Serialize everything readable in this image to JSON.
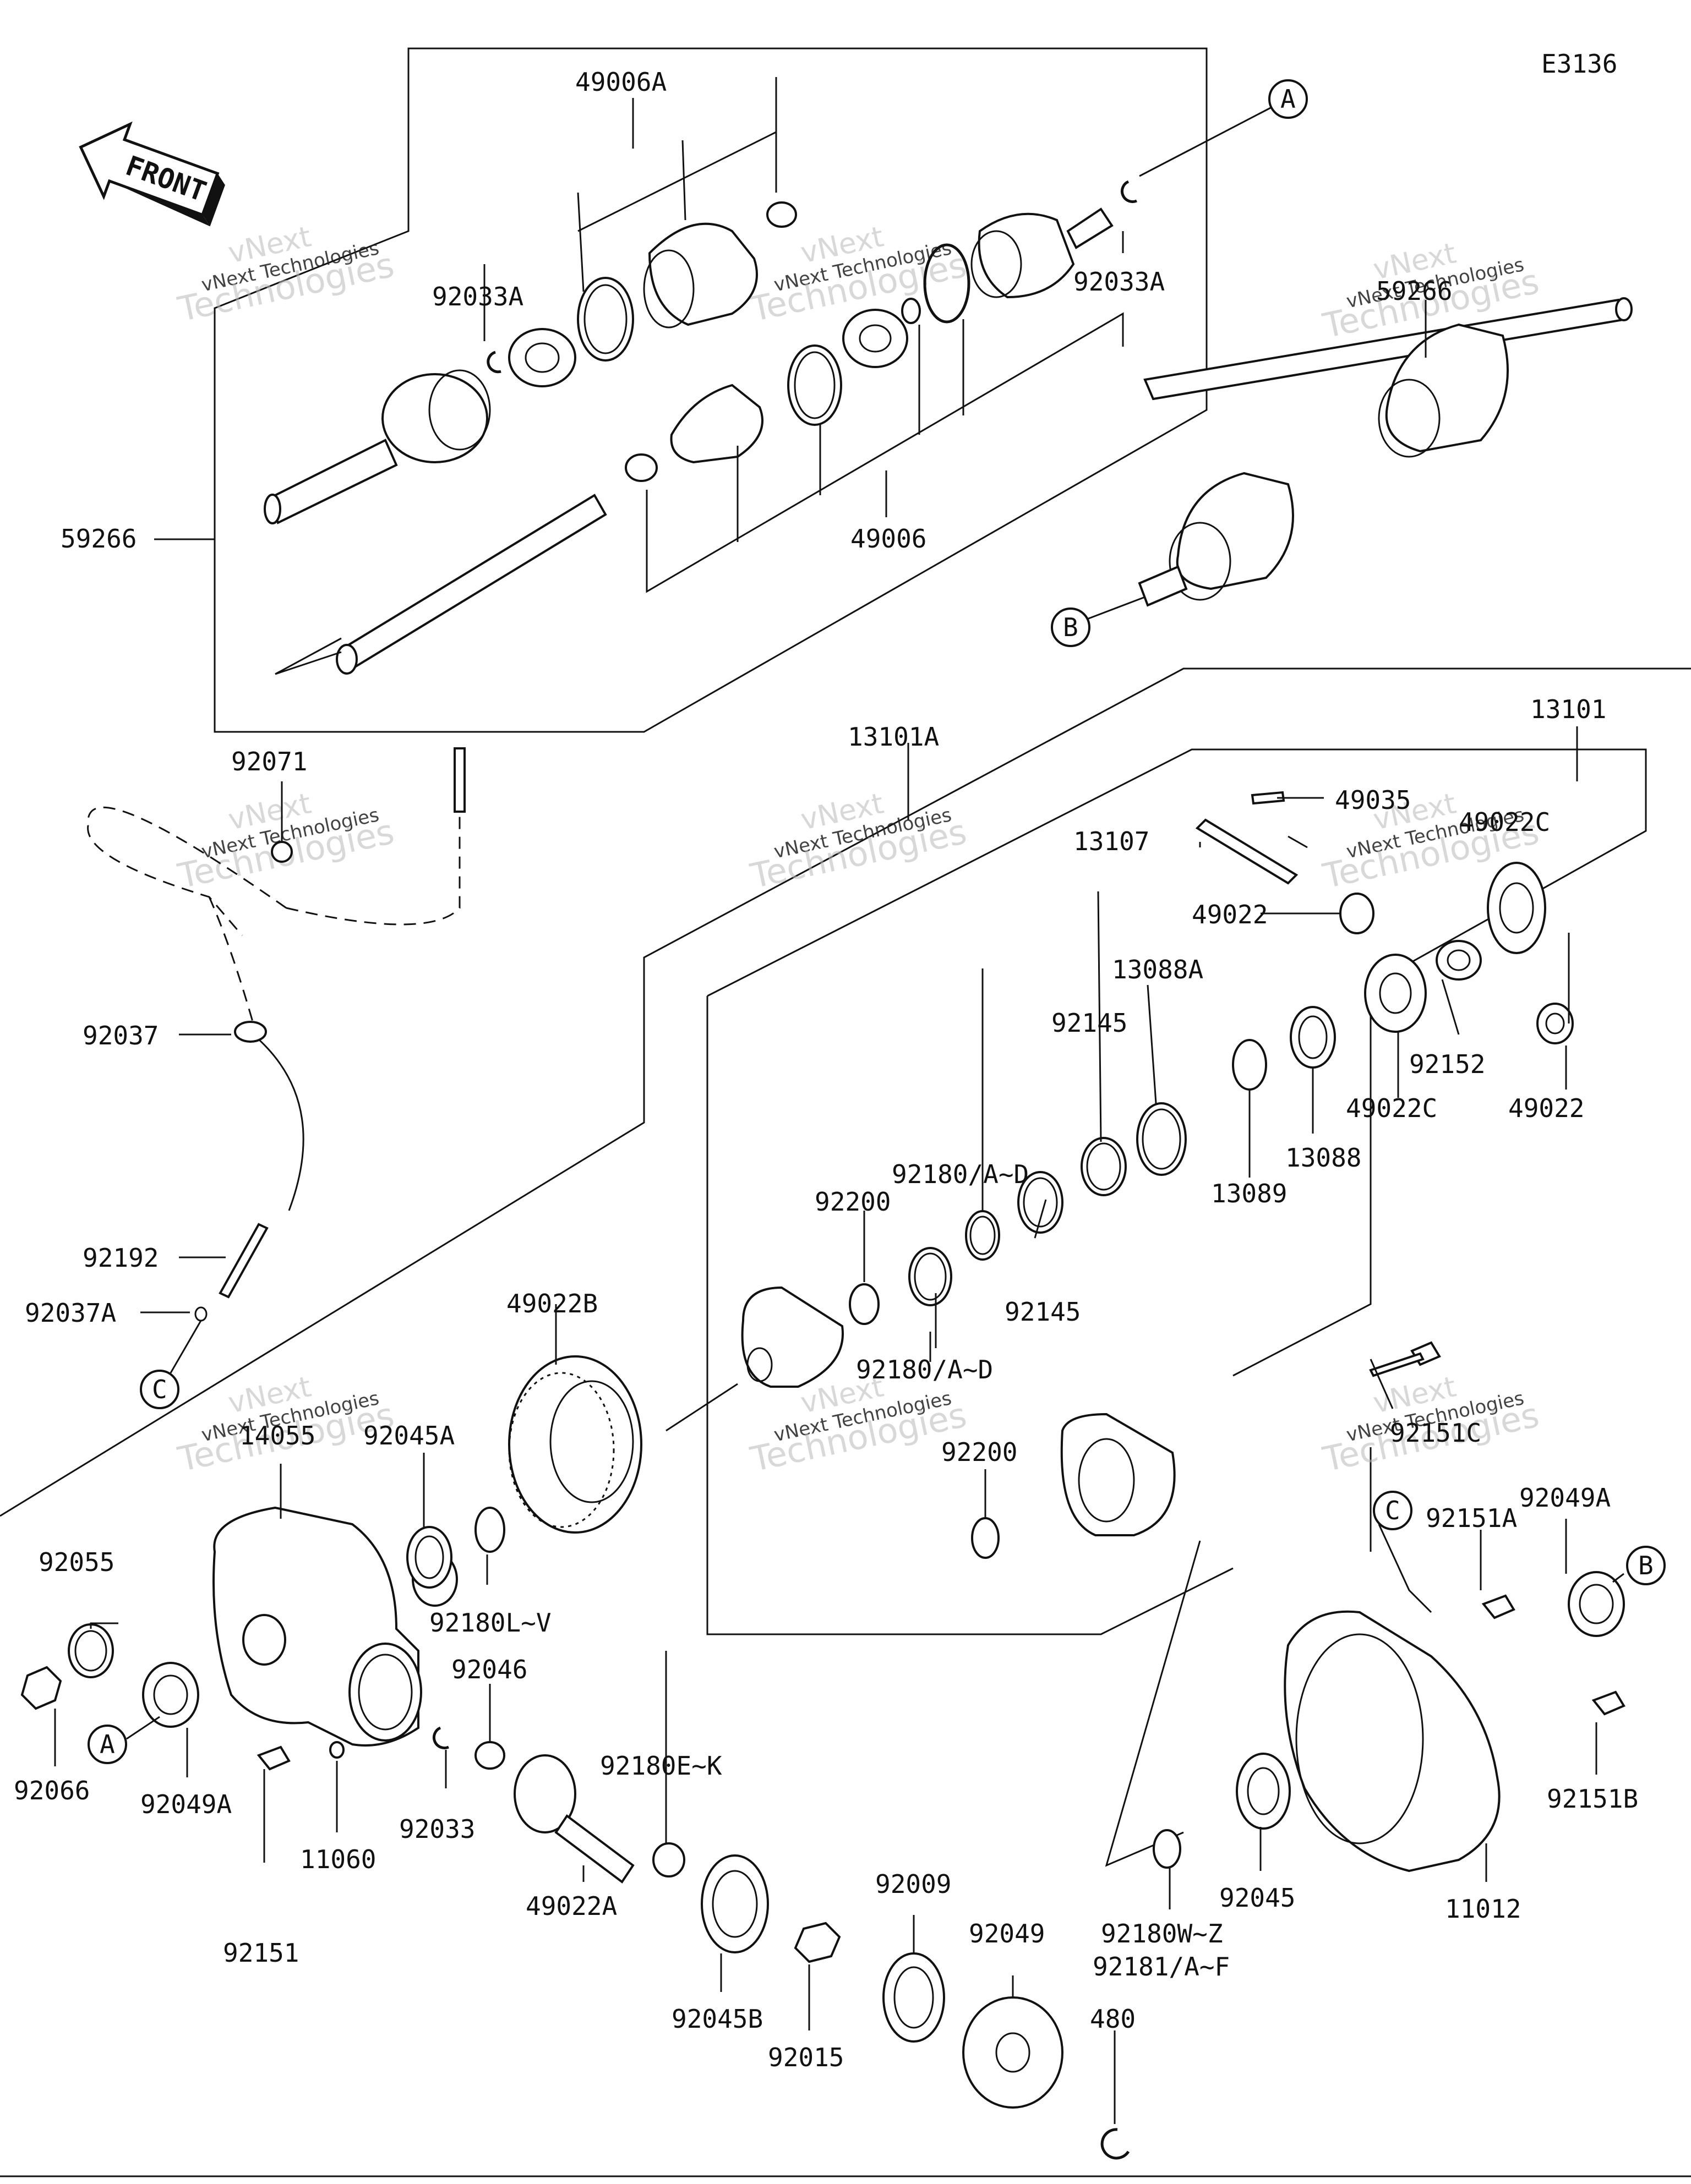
{
  "diagram": {
    "code": "E3136",
    "front_label": "FRONT",
    "watermark_line1": "vNext",
    "watermark_line2": "vNext Technologies",
    "watermark_line3": "Technologies",
    "callouts": [
      "A",
      "B",
      "C"
    ],
    "labels": {
      "p49006A": "49006A",
      "p92033A_l": "92033A",
      "p92033A_r": "92033A",
      "p59266_l": "59266",
      "p59266_r": "59266",
      "p49006": "49006",
      "p13101A": "13101A",
      "p13101": "13101",
      "p92071": "92071",
      "p49035": "49035",
      "p13107": "13107",
      "p49022C_t": "49022C",
      "p49022_t": "49022",
      "p13088A": "13088A",
      "p92145_t": "92145",
      "p92152": "92152",
      "p49022C_b": "49022C",
      "p49022_b": "49022",
      "p92037": "92037",
      "p92180AD_t": "92180/A~D",
      "p13088": "13088",
      "p13089": "13089",
      "p92200_t": "92200",
      "p92145_b": "92145",
      "p92192": "92192",
      "p92037A": "92037A",
      "p49022B": "49022B",
      "p92180AD_b": "92180/A~D",
      "p92151C": "92151C",
      "p14055": "14055",
      "p92045A": "92045A",
      "p92200_b": "92200",
      "p92049A_r": "92049A",
      "p92151A": "92151A",
      "p92055": "92055",
      "p92180LV": "92180L~V",
      "p92046": "92046",
      "p92066": "92066",
      "p92049A_l": "92049A",
      "p92033": "92033",
      "p92180EK": "92180E~K",
      "p92151B": "92151B",
      "p11060": "11060",
      "p49022A": "49022A",
      "p92009": "92009",
      "p92045": "92045",
      "p11012": "11012",
      "p92151": "92151",
      "p92049": "92049",
      "p92180WZ": "92180W~Z",
      "p92181AF": "92181/A~F",
      "p92045B": "92045B",
      "p92015": "92015",
      "p480": "480"
    }
  }
}
